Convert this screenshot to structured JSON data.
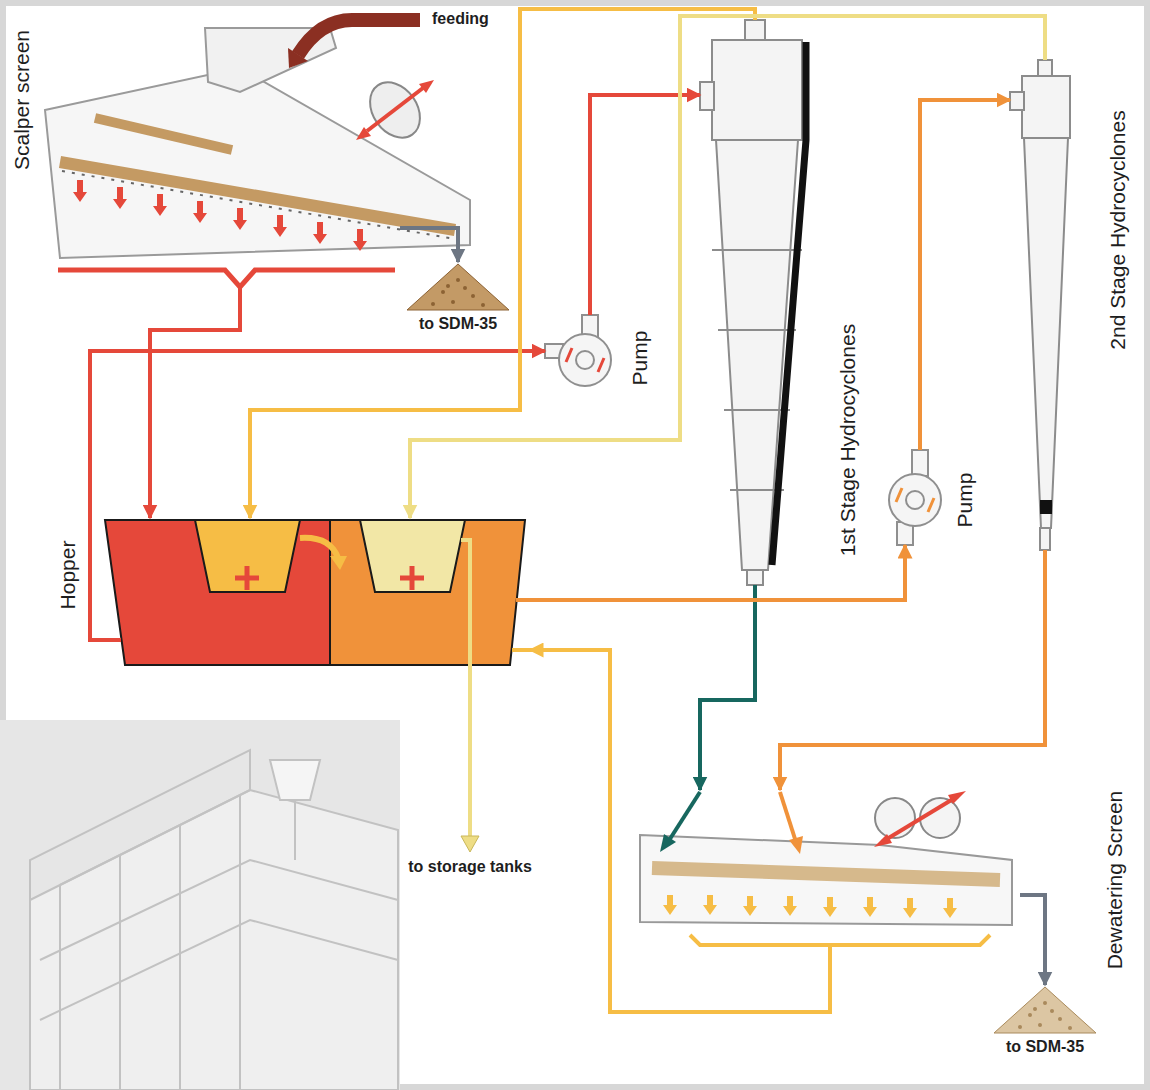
{
  "diagram": {
    "nodes": [
      {
        "text": [
          "Scalper screen"
        ]
      },
      {
        "text": [
          "to SDM-35"
        ]
      },
      {
        "text": [
          "Hopper"
        ]
      },
      {
        "text": [
          "Pump"
        ]
      },
      {
        "text": [
          "1st Stage Hydrocyclones"
        ]
      },
      {
        "text": [
          "Pump"
        ]
      },
      {
        "text": [
          "2nd Stage Hydrocyclones"
        ]
      },
      {
        "text": [
          "Dewatering Screen"
        ]
      },
      {
        "text": [
          "to SDM-35"
        ]
      }
    ],
    "edges": [
      {
        "from": 0,
        "to": 1,
        "arrow": "to"
      },
      {
        "from": 0,
        "to": 2,
        "arrow": "to"
      },
      {
        "from": 2,
        "to": 3,
        "arrow": "to"
      },
      {
        "from": 3,
        "to": 4,
        "arrow": "to"
      },
      {
        "from": 4,
        "to": 2,
        "arrow": "to"
      },
      {
        "from": 4,
        "to": 7,
        "arrow": "to"
      },
      {
        "from": 2,
        "to": 5,
        "arrow": "to"
      },
      {
        "from": 5,
        "to": 6,
        "arrow": "to"
      },
      {
        "from": 6,
        "to": 2,
        "arrow": "to"
      },
      {
        "from": 6,
        "to": 7,
        "arrow": "to"
      },
      {
        "from": 7,
        "to": 2,
        "arrow": "to"
      },
      {
        "from": 7,
        "to": 8,
        "arrow": "to"
      }
    ],
    "labels": [
      "feeding",
      "to storage tanks"
    ]
  }
}
